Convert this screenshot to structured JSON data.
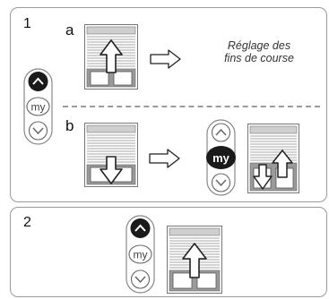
{
  "steps": [
    {
      "number": "1",
      "substeps": [
        {
          "letter": "a",
          "note_line1": "Réglage des",
          "note_line2": "fins de course"
        },
        {
          "letter": "b"
        }
      ],
      "remote_labels": {
        "up": "^",
        "my": "my",
        "down": "v"
      }
    },
    {
      "number": "2",
      "remote_labels": {
        "up": "^",
        "my": "my",
        "down": "v"
      }
    }
  ],
  "icons": {
    "remote_control": "remote-control-icon",
    "shutter": "roller-shutter-icon",
    "arrow_right": "outline-arrow-right-icon"
  },
  "colors": {
    "border": "#9a9a9a",
    "dark_button": "#1a1a1a",
    "slat": "#8a8a8a"
  }
}
